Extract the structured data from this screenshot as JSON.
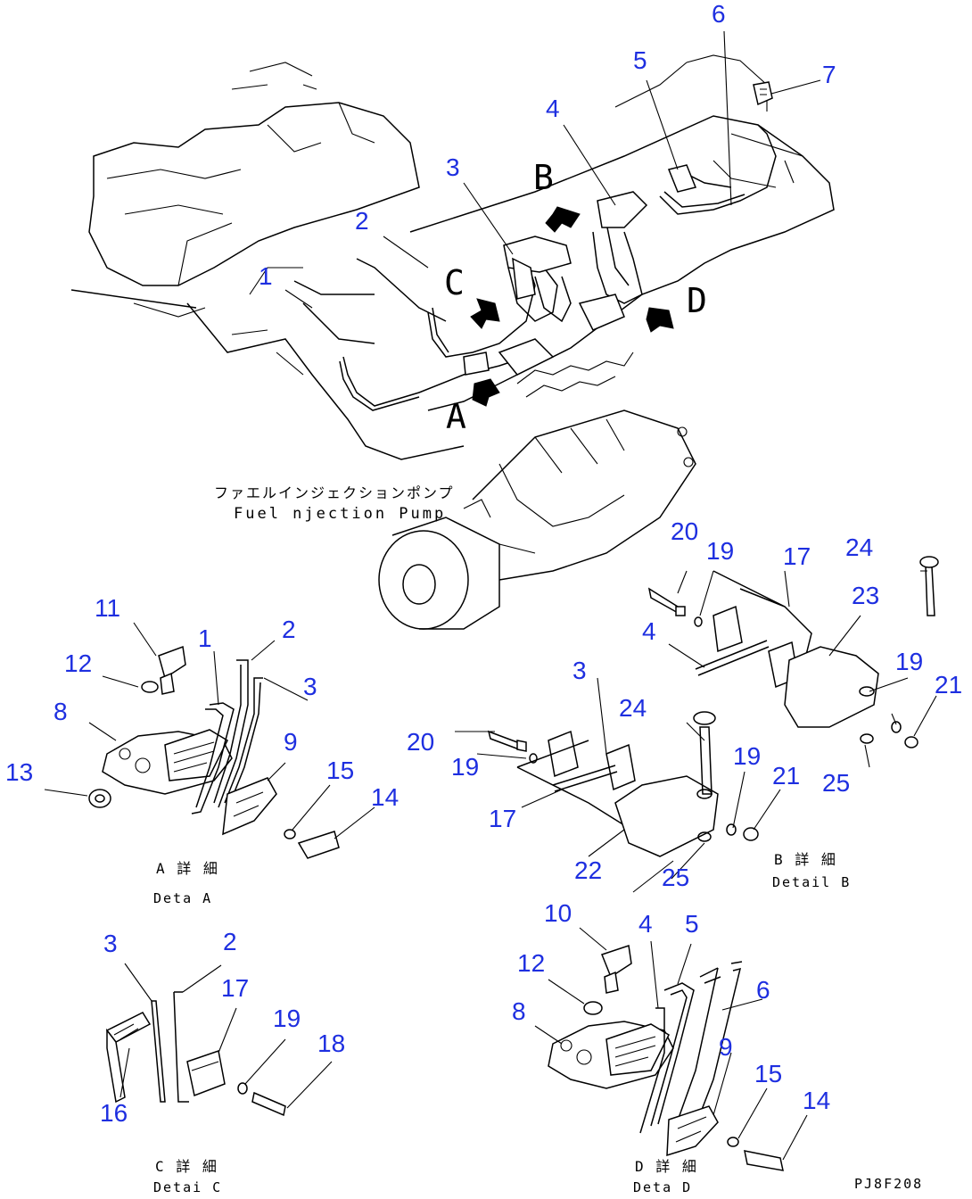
{
  "main_pump_jp": "ファエルインジェクションポンプ",
  "main_pump_en": "Fuel njection Pump",
  "view_markers": {
    "a": "A",
    "b": "B",
    "c": "C",
    "d": "D"
  },
  "callouts_main": [
    "1",
    "2",
    "3",
    "4",
    "5",
    "6",
    "7"
  ],
  "callouts_a": [
    "11",
    "1",
    "2",
    "12",
    "3",
    "8",
    "9",
    "13",
    "15",
    "14"
  ],
  "callouts_b": [
    "20",
    "19",
    "17",
    "24",
    "4",
    "23",
    "19",
    "21",
    "3",
    "24",
    "20",
    "19",
    "19",
    "21",
    "25",
    "17",
    "22",
    "25"
  ],
  "callouts_c": [
    "3",
    "2",
    "17",
    "19",
    "18",
    "16"
  ],
  "callouts_d": [
    "10",
    "4",
    "5",
    "12",
    "8",
    "6",
    "9",
    "15",
    "14"
  ],
  "detail_a_jp": "A 詳 細",
  "detail_a_en": "Deta A",
  "detail_b_jp": "B 詳 細",
  "detail_b_en": "Detail B",
  "detail_c_jp": "C 詳 細",
  "detail_c_en": "Detai C",
  "detail_d_jp": "D 詳 細",
  "detail_d_en": "Deta D",
  "drawing_code": "PJ8F208",
  "colors": {
    "callout": "#1e2fe0",
    "line": "#000000",
    "background": "#ffffff"
  }
}
